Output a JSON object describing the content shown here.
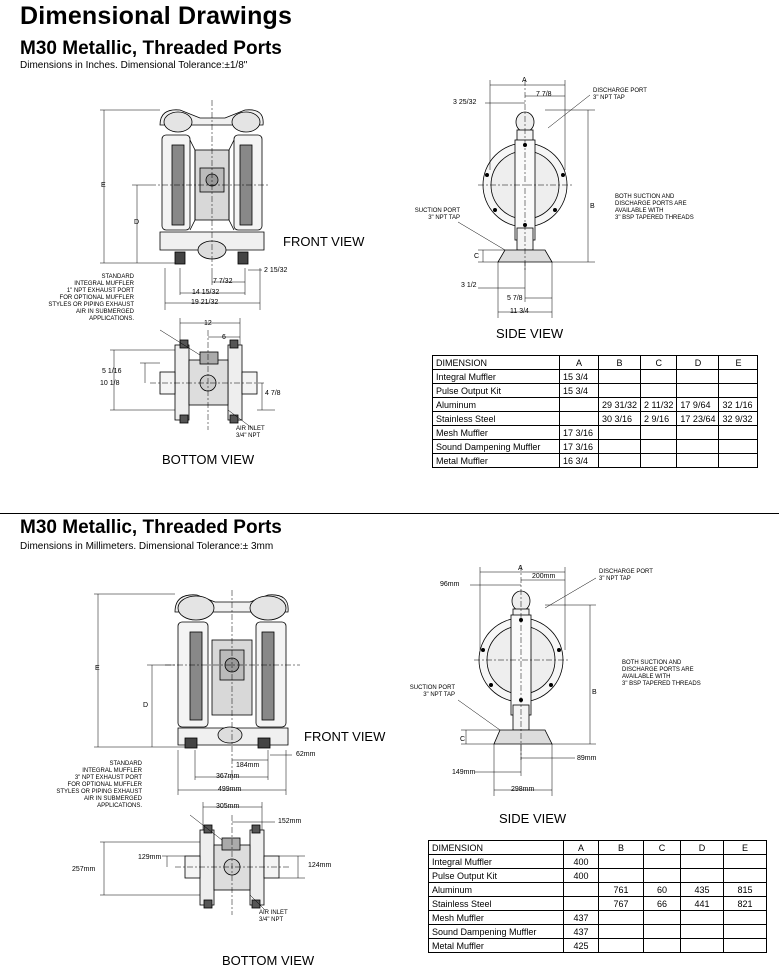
{
  "page_title": "Dimensional Drawings",
  "imperial": {
    "title": "M30 Metallic, Threaded Ports",
    "subtitle": "Dimensions in Inches.  Dimensional Tolerance:±1/8\"",
    "views": {
      "front": "FRONT VIEW",
      "side": "SIDE VIEW",
      "bottom": "BOTTOM VIEW"
    },
    "notes": {
      "exhaust": [
        "STANDARD",
        "INTEGRAL MUFFLER",
        "1\" NPT EXHAUST PORT",
        "FOR OPTIONAL MUFFLER",
        "STYLES OR PIPING EXHAUST",
        "AIR IN SUBMERGED",
        "APPLICATIONS."
      ],
      "discharge": [
        "DISCHARGE PORT",
        "3\" NPT TAP"
      ],
      "suction": [
        "SUCTION PORT",
        "3\" NPT TAP"
      ],
      "bsp": [
        "BOTH SUCTION AND",
        "DISCHARGE PORTS ARE",
        "AVAILABLE WITH",
        "3\" BSP TAPERED THREADS"
      ],
      "air_inlet": [
        "AIR INLET",
        "3/4\" NPT"
      ]
    },
    "dims": {
      "E": "E",
      "D": "D",
      "A": "A",
      "B": "B",
      "C": "C",
      "front_2_15_32": "2 15/32",
      "front_7_7_32": "7 7/32",
      "front_14_15_32": "14 15/32",
      "front_19_21_32": "19 21/32",
      "side_3_25_32": "3 25/32",
      "side_7_7_8": "7 7/8",
      "side_3_1_2": "3 1/2",
      "side_5_7_8": "5 7/8",
      "side_11_3_4": "11 3/4",
      "bottom_12": "12",
      "bottom_6": "6",
      "bottom_5_1_16": "5 1/16",
      "bottom_10_1_8": "10 1/8",
      "bottom_4_7_8": "4 7/8"
    },
    "table": {
      "headers": [
        "DIMENSION",
        "A",
        "B",
        "C",
        "D",
        "E"
      ],
      "rows": [
        [
          "Integral Muffler",
          "15 3/4",
          "",
          "",
          "",
          ""
        ],
        [
          "Pulse Output Kit",
          "15 3/4",
          "",
          "",
          "",
          ""
        ],
        [
          "Aluminum",
          "",
          "29 31/32",
          "2 11/32",
          "17 9/64",
          "32 1/16"
        ],
        [
          "Stainless Steel",
          "",
          "30 3/16",
          "2 9/16",
          "17 23/64",
          "32 9/32"
        ],
        [
          "Mesh Muffler",
          "17 3/16",
          "",
          "",
          "",
          ""
        ],
        [
          "Sound Dampening Muffler",
          "17 3/16",
          "",
          "",
          "",
          ""
        ],
        [
          "Metal Muffler",
          "16 3/4",
          "",
          "",
          "",
          ""
        ]
      ]
    }
  },
  "metric": {
    "title": "M30 Metallic, Threaded Ports",
    "subtitle": "Dimensions in Millimeters.  Dimensional Tolerance:± 3mm",
    "views": {
      "front": "FRONT VIEW",
      "side": "SIDE VIEW",
      "bottom": "BOTTOM VIEW"
    },
    "notes": {
      "exhaust": [
        "STANDARD",
        "INTEGRAL MUFFLER",
        "3\" NPT EXHAUST PORT",
        "FOR OPTIONAL MUFFLER",
        "STYLES OR PIPING EXHAUST",
        "AIR IN SUBMERGED",
        "APPLICATIONS."
      ],
      "discharge": [
        "DISCHARGE PORT",
        "3\" NPT TAP"
      ],
      "suction": [
        "SUCTION PORT",
        "3\" NPT TAP"
      ],
      "bsp": [
        "BOTH SUCTION AND",
        "DISCHARGE PORTS ARE",
        "AVAILABLE WITH",
        "3\" BSP TAPERED THREADS"
      ],
      "air_inlet": [
        "AIR INLET",
        "3/4\" NPT"
      ]
    },
    "dims": {
      "E": "E",
      "D": "D",
      "A": "A",
      "B": "B",
      "C": "C",
      "front_62": "62mm",
      "front_184": "184mm",
      "front_367": "367mm",
      "front_499": "499mm",
      "side_96": "96mm",
      "side_200": "200mm",
      "side_149": "149mm",
      "side_89": "89mm",
      "side_298": "298mm",
      "bottom_305": "305mm",
      "bottom_152": "152mm",
      "bottom_129": "129mm",
      "bottom_257": "257mm",
      "bottom_124": "124mm"
    },
    "table": {
      "headers": [
        "DIMENSION",
        "A",
        "B",
        "C",
        "D",
        "E"
      ],
      "rows": [
        [
          "Integral Muffler",
          "400",
          "",
          "",
          "",
          ""
        ],
        [
          "Pulse Output Kit",
          "400",
          "",
          "",
          "",
          ""
        ],
        [
          "Aluminum",
          "",
          "761",
          "60",
          "435",
          "815"
        ],
        [
          "Stainless Steel",
          "",
          "767",
          "66",
          "441",
          "821"
        ],
        [
          "Mesh Muffler",
          "437",
          "",
          "",
          "",
          ""
        ],
        [
          "Sound Dampening Muffler",
          "437",
          "",
          "",
          "",
          ""
        ],
        [
          "Metal Muffler",
          "425",
          "",
          "",
          "",
          ""
        ]
      ]
    }
  }
}
